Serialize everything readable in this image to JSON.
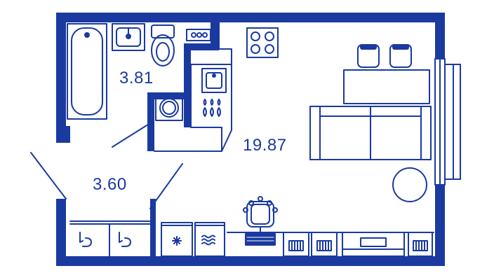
{
  "plan": {
    "wall_color": "#1a3aa0",
    "background": "#ffffff",
    "rooms": [
      {
        "id": "bathroom",
        "area": "3.81"
      },
      {
        "id": "hallway",
        "area": "3.60"
      },
      {
        "id": "living-room",
        "area": "19.87"
      }
    ],
    "symbols": {
      "freezer": "snowflake-icon",
      "washer": "waves-icon",
      "gas": "flame-icon",
      "tv": "tv-icon",
      "radiator": "radiator-icon"
    }
  }
}
